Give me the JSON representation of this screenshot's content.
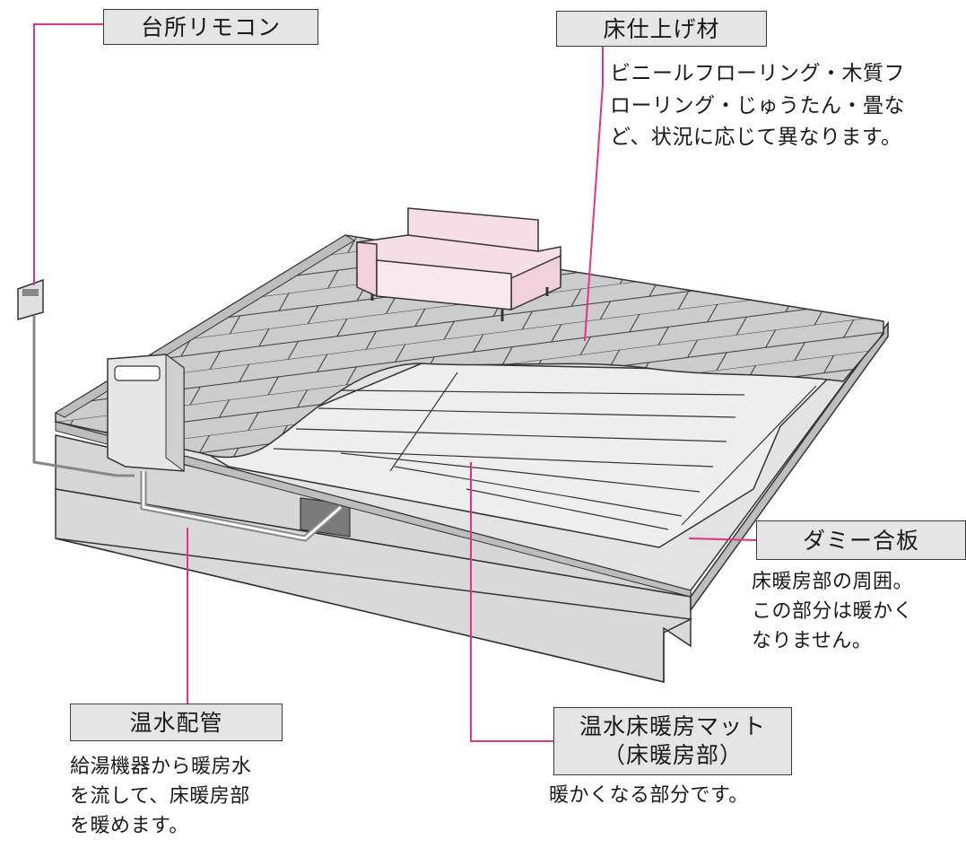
{
  "labels": {
    "remote": {
      "title": "台所リモコン"
    },
    "floor_finish": {
      "title": "床仕上げ材",
      "desc": [
        "ビニールフローリング・木質フ",
        "ローリング・じゅうたん・畳な",
        "ど、状況に応じて異なります。"
      ]
    },
    "dummy_plywood": {
      "title": "ダミー合板",
      "desc": [
        "床暖房部の周囲。",
        "この部分は暖かく",
        "なりません。"
      ]
    },
    "hot_water_pipe": {
      "title": "温水配管",
      "desc": [
        "給湯機器から暖房水",
        "を流して、床暖房部",
        "を暖めます。"
      ]
    },
    "heating_mat": {
      "title_line1": "温水床暖房マット",
      "title_line2": "（床暖房部）",
      "desc": [
        "暖かくなる部分です。"
      ]
    }
  },
  "colors": {
    "leader": "#e0338a",
    "label_bg": "#e5e5e5",
    "sofa": "#f6dde6",
    "floor_top": "#c9c9c9",
    "mat": "#ededed"
  }
}
